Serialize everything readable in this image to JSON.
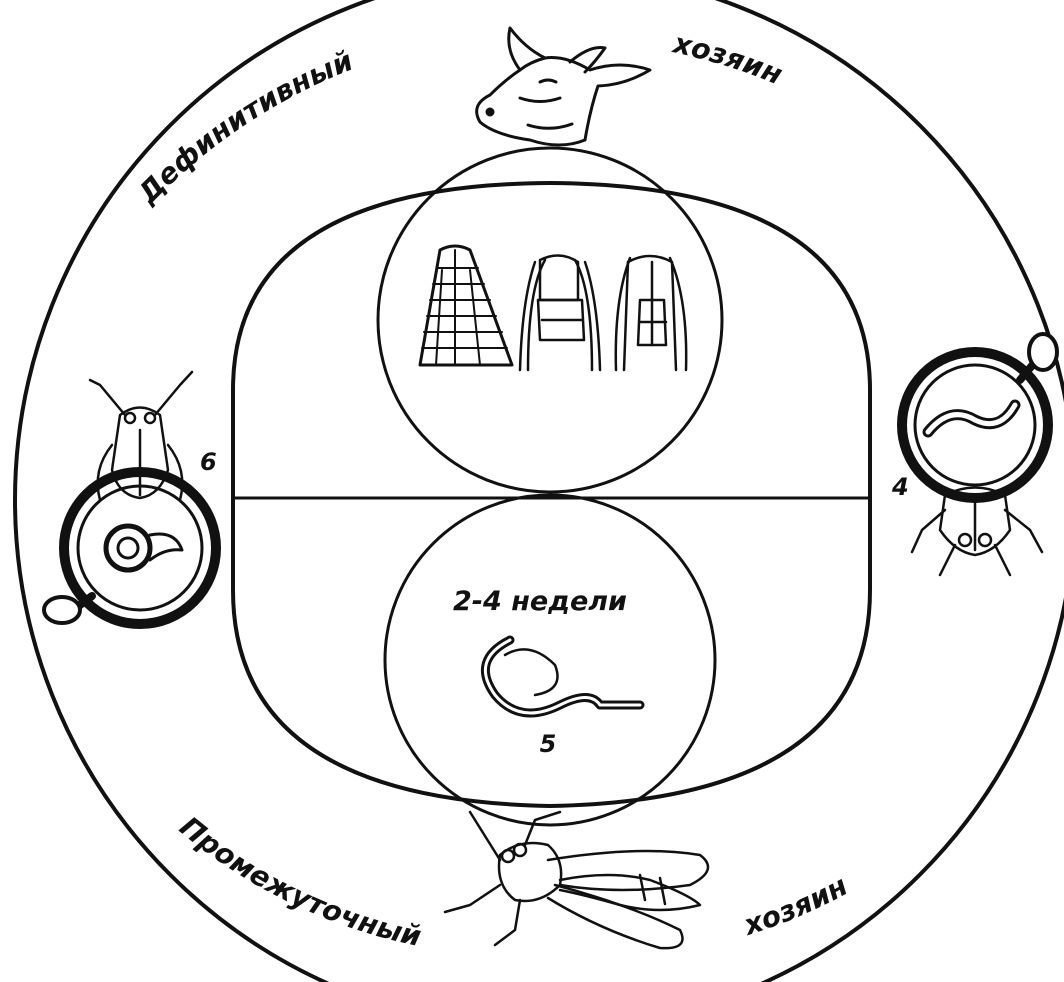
{
  "colors": {
    "ink": "#111111",
    "paper": "#ffffff"
  },
  "outer_ring": {
    "top_left_label": "Дефинитивный",
    "top_right_label": "хозяин",
    "bottom_left_label": "Промежуточный",
    "bottom_right_label": "хозяин"
  },
  "stages": {
    "left_number": "6",
    "right_number": "4",
    "bottom_number": "5",
    "duration": "2-4 недели"
  },
  "icons": {
    "cow": "cow-head-icon",
    "fly_left": "fly-icon",
    "fly_right": "fly-icon",
    "fly_bottom": "fly-icon",
    "magnifier_left": "magnifier-icon",
    "magnifier_right": "magnifier-icon",
    "worm_heads": "nematode-head-icon",
    "larva": "larva-icon"
  }
}
